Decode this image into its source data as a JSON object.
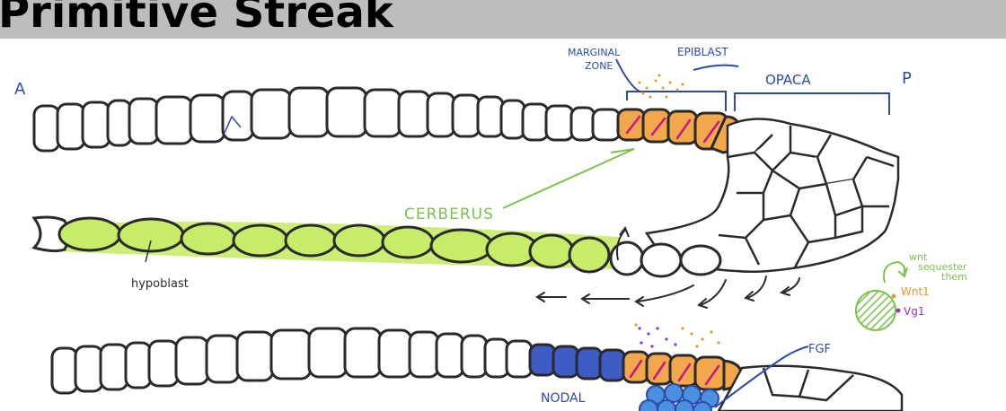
{
  "title": "Primitive Streak",
  "labels": {
    "anterior": "A",
    "posterior": "P",
    "marginal_zone_line1": "MARGINAL",
    "marginal_zone_line2": "ZONE",
    "epiblast": "EPIBLAST",
    "opaca": "OPACA",
    "cerberus": "CERBERUS",
    "hypoblast": "hypoblast",
    "wnt_note_line1": "wnt",
    "wnt_note_line2": "sequester",
    "wnt_note_line3": "them",
    "wnt1": "Wnt1",
    "vg1": "Vg1",
    "fgf": "FGF",
    "nodal": "NODAL"
  },
  "colors": {
    "title_bar": "#bdbdbd",
    "outline": "#2a2a2a",
    "ink_blue": "#2c4aa8",
    "hypoblast_green": "#c6ec6a",
    "cerberus_green": "#7cc24f",
    "marginal_orange": "#f2a74a",
    "stripe_magenta": "#c2188b",
    "nodal_blue": "#3f5bc4",
    "fgf_blue": "#4a8fe0",
    "wnt_orange": "#e89a2c",
    "vg1_purple": "#9b2fc9"
  }
}
